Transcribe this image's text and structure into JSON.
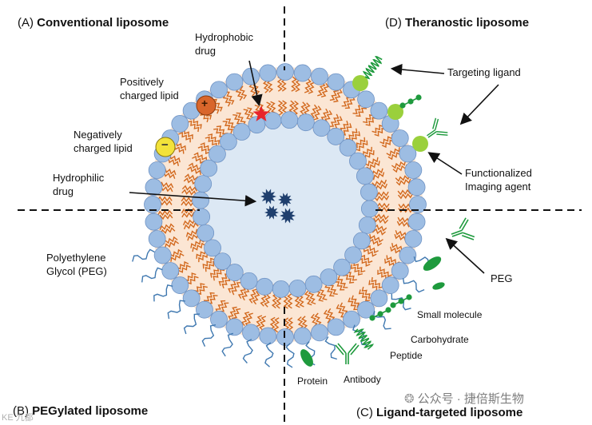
{
  "quadrants": {
    "a": {
      "letter": "(A)",
      "title": "Conventional liposome"
    },
    "b": {
      "letter": "(B)",
      "title": "PEGylated liposome"
    },
    "c": {
      "letter": "(C)",
      "title": "Ligand-targeted liposome"
    },
    "d": {
      "letter": "(D)",
      "title": "Theranostic liposome"
    }
  },
  "labels": {
    "hydrophobic_drug_1": "Hydrophobic",
    "hydrophobic_drug_2": "drug",
    "pos_lipid_1": "Positively",
    "pos_lipid_2": "charged lipid",
    "neg_lipid_1": "Negatively",
    "neg_lipid_2": "charged lipid",
    "hydrophilic_1": "Hydrophilic",
    "hydrophilic_2": "drug",
    "peg_left_1": "Polyethylene",
    "peg_left_2": "Glycol (PEG)",
    "targeting_ligand": "Targeting ligand",
    "func_imaging_1": "Functionalized",
    "func_imaging_2": "Imaging agent",
    "peg_right": "PEG",
    "small_molecule": "Small molecule",
    "carbohydrate": "Carbohydrate",
    "peptide": "Peptide",
    "protein": "Protein",
    "antibody": "Antibody",
    "plus_sign": "+",
    "minus_sign": "−"
  },
  "watermark": {
    "text": "公众号 · 捷倍斯生物",
    "corner_text": "KE 九都"
  },
  "colors": {
    "head": "#9dbde3",
    "head_stroke": "#6f93c4",
    "tail": "#d2691e",
    "membrane_bg": "#fbe6d4",
    "core": "#dce8f4",
    "drug": "#1f3f6e",
    "pos_lipid": "#d9662b",
    "neg_lipid": "#f2e23a",
    "peg": "#3f78b0",
    "ligand_green": "#1e9a3d",
    "imaging_lime": "#9ad03c",
    "star": "#e8232a"
  }
}
